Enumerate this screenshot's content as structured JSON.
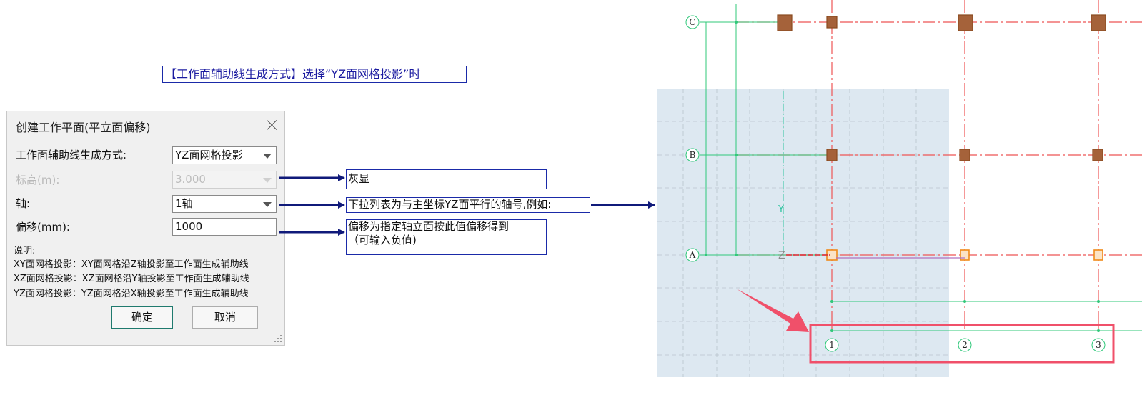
{
  "title_banner": "【工作面辅助线生成方式】选择“YZ面网格投影”时",
  "dialog": {
    "title": "创建工作平面(平立面偏移)",
    "fields": [
      {
        "label": "工作面辅助线生成方式:",
        "value": "YZ面网格投影",
        "type": "select",
        "disabled": false
      },
      {
        "label": "标高(m):",
        "value": "3.000",
        "type": "select",
        "disabled": true
      },
      {
        "label": "轴:",
        "value": "1轴",
        "type": "select",
        "disabled": false
      },
      {
        "label": "偏移(mm):",
        "value": "1000",
        "type": "input",
        "disabled": false
      }
    ],
    "description_title": "说明:",
    "descriptions": [
      "XY面网格投影：XY面网格沿Z轴投影至工作面生成辅助线",
      "XZ面网格投影：XZ面网格沿Y轴投影至工作面生成辅助线",
      "YZ面网格投影：YZ面网格沿X轴投影至工作面生成辅助线"
    ],
    "ok_label": "确定",
    "cancel_label": "取消"
  },
  "notes": {
    "grayed": "灰显",
    "axis_list": "下拉列表为与主坐标YZ面平行的轴号,例如:",
    "offset_line1": "偏移为指定轴立面按此值偏移得到",
    "offset_line2": "（可输入负值)"
  },
  "cad": {
    "row_axes": [
      "C",
      "B",
      "A"
    ],
    "col_axes": [
      "1",
      "2",
      "3"
    ],
    "ucs_labels": {
      "y": "Y",
      "z": "Z"
    }
  },
  "colors": {
    "annotation_blue": "#1a2aa8",
    "arrow_navy": "#101a7a",
    "ok_border": "#1f7a6e",
    "workplane_fill": "#dde8f1",
    "grid_red": "#ee5555",
    "grid_green": "#30c87a",
    "highlight_pink": "#f0506a",
    "column_brown": "#a5623a",
    "column_orange": "#f08a1a"
  }
}
